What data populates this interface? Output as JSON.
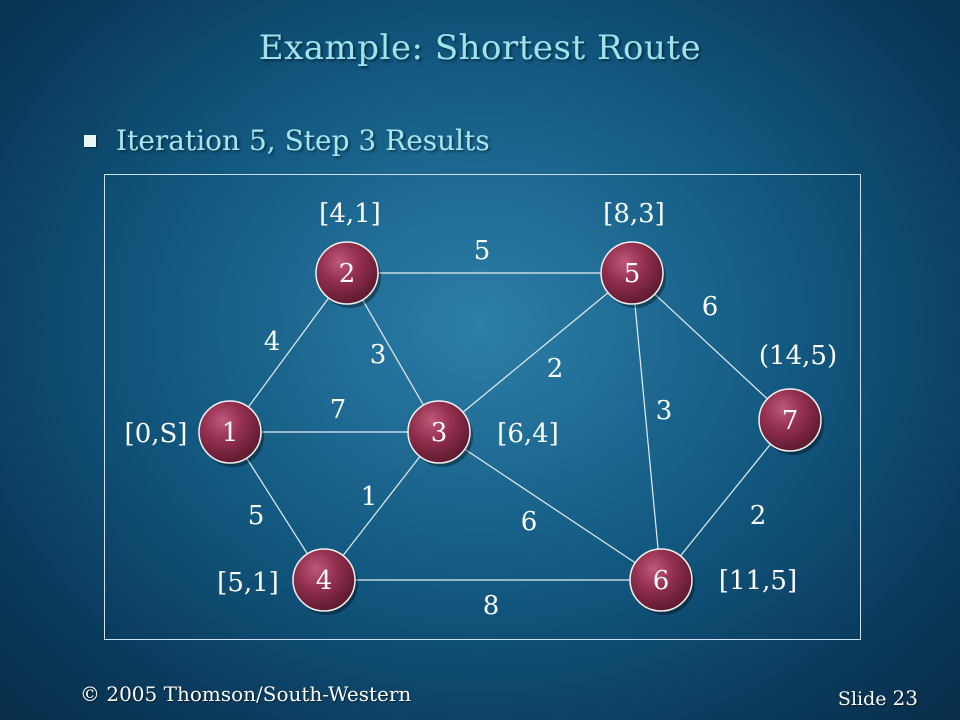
{
  "title": "Example:  Shortest Route",
  "bullet": "Iteration 5, Step 3 Results",
  "footer": {
    "copyright": "© 2005  Thomson/South-Western",
    "slide_label": "Slide",
    "slide_number": "23"
  },
  "colors": {
    "node_fill": "#8a2a45",
    "edge": "#e6eef3",
    "title": "#9fe3ec"
  },
  "graph": {
    "nodes": [
      {
        "id": "1",
        "node_label": "[0,S]"
      },
      {
        "id": "2",
        "node_label": "[4,1]"
      },
      {
        "id": "3",
        "node_label": "[6,4]"
      },
      {
        "id": "4",
        "node_label": "[5,1]"
      },
      {
        "id": "5",
        "node_label": "[8,3]"
      },
      {
        "id": "6",
        "node_label": "[11,5]"
      },
      {
        "id": "7",
        "node_label": "(14,5)"
      }
    ],
    "edges": [
      {
        "from": "1",
        "to": "2",
        "weight": "4"
      },
      {
        "from": "1",
        "to": "3",
        "weight": "7"
      },
      {
        "from": "1",
        "to": "4",
        "weight": "5"
      },
      {
        "from": "2",
        "to": "3",
        "weight": "3"
      },
      {
        "from": "2",
        "to": "5",
        "weight": "5"
      },
      {
        "from": "3",
        "to": "4",
        "weight": "1"
      },
      {
        "from": "3",
        "to": "5",
        "weight": "2"
      },
      {
        "from": "3",
        "to": "6",
        "weight": "6"
      },
      {
        "from": "4",
        "to": "6",
        "weight": "8"
      },
      {
        "from": "5",
        "to": "6",
        "weight": "3"
      },
      {
        "from": "5",
        "to": "7",
        "weight": "6"
      },
      {
        "from": "6",
        "to": "7",
        "weight": "2"
      }
    ]
  }
}
